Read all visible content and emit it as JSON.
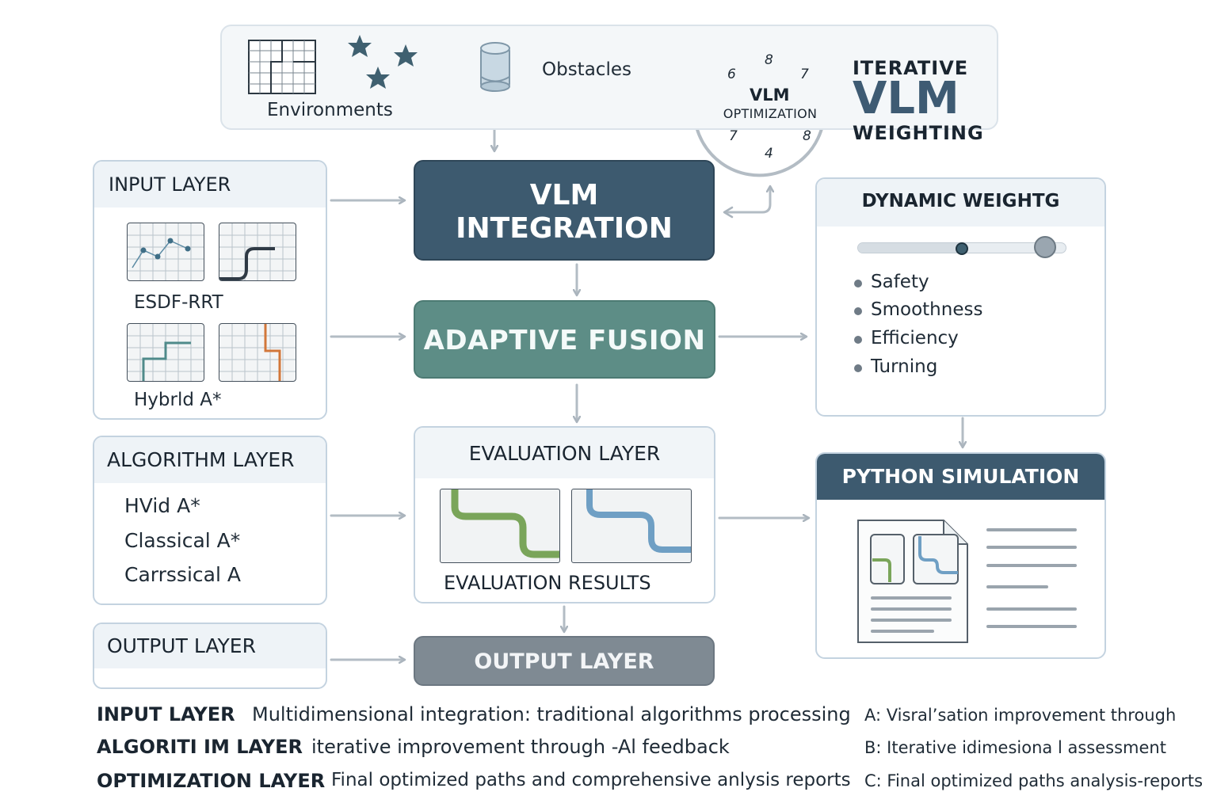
{
  "environment": {
    "environments_label": "Environments",
    "obstacles_label": "Obstacles",
    "cycle": {
      "title": "VLM",
      "subtitle": "OPTIMIZATION",
      "numbers": [
        "6",
        "8",
        "7",
        "7",
        "8",
        "4"
      ]
    },
    "iterative": {
      "line1": "ITERATIVE",
      "line2": "VLM",
      "line3": "WEIGHTING"
    }
  },
  "input_panel": {
    "title": "INPUT LAYER",
    "algo1": "ESDF-RRT",
    "algo2": "Hybrld A*"
  },
  "algorithm_panel": {
    "title": "ALGORITHM LAYER",
    "items": [
      "HVid A*",
      "Classical A*",
      "Carrssical A"
    ]
  },
  "output_panel": {
    "title": "OUTPUT LAYER"
  },
  "center": {
    "vlm_line1": "VLM",
    "vlm_line2": "INTEGRATION",
    "adaptive": "ADAPTIVE FUSION",
    "evaluation_title": "EVALUATION LAYER",
    "evaluation_results": "EVALUATION RESULTS",
    "output": "OUTPUT LAYER"
  },
  "dynamic_panel": {
    "title": "DYNAMIC WEIGHTG",
    "slider_value": 0.5,
    "items": [
      "Safety",
      "Smoothness",
      "Efficiency",
      "Turning"
    ]
  },
  "python_panel": {
    "title": "PYTHON SIMULATION"
  },
  "legend": {
    "rows": [
      {
        "key": "INPUT LAYER",
        "desc": "Multidimensional integration: traditional algorithms processing",
        "note": "A: Visral’sation improvement through"
      },
      {
        "key": "ALGORITI IM LAYER",
        "desc": "iterative improvement through -Al feedback",
        "note": "B: Iterative idimesiona l assessment"
      },
      {
        "key": "OPTIMIZATION LAYER",
        "desc": "Final optimized paths and comprehensive anlysis reports",
        "note": "C: Final optimized paths analysis-reports"
      }
    ]
  },
  "colors": {
    "vlm_box": "#3d5a6f",
    "adaptive_box": "#5d8d86",
    "output_box": "#7f8a93",
    "panel_border": "#c4d3e0",
    "arrow": "#b3bcc4",
    "path_green": "#7aa55a",
    "path_blue": "#6f9fc4",
    "path_orange": "#d2773a"
  }
}
